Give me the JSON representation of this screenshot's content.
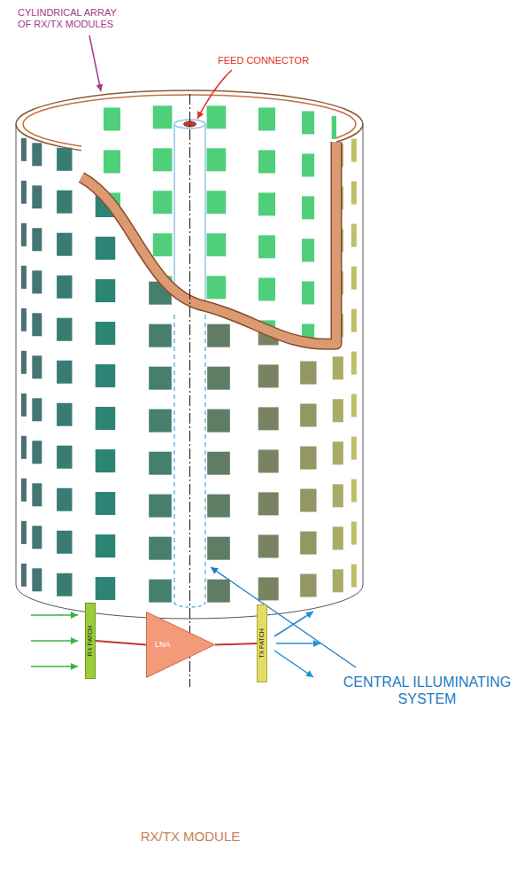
{
  "diagram": {
    "nodes": [
      {
        "text": [
          "RX PATCH"
        ]
      },
      {
        "text": [
          "LNA"
        ]
      },
      {
        "text": [
          "TX PATCH"
        ]
      }
    ],
    "edges": [
      {
        "from": 0,
        "to": 1,
        "arrow": "none"
      },
      {
        "from": 1,
        "to": 2,
        "arrow": "none"
      }
    ],
    "labels": [
      "CYLINDRICAL ARRAY OF RX/TX MODULES",
      "FEED CONNECTOR",
      "CENTRAL ILLUMINATING SYSTEM",
      "RX/TX MODULE"
    ]
  }
}
